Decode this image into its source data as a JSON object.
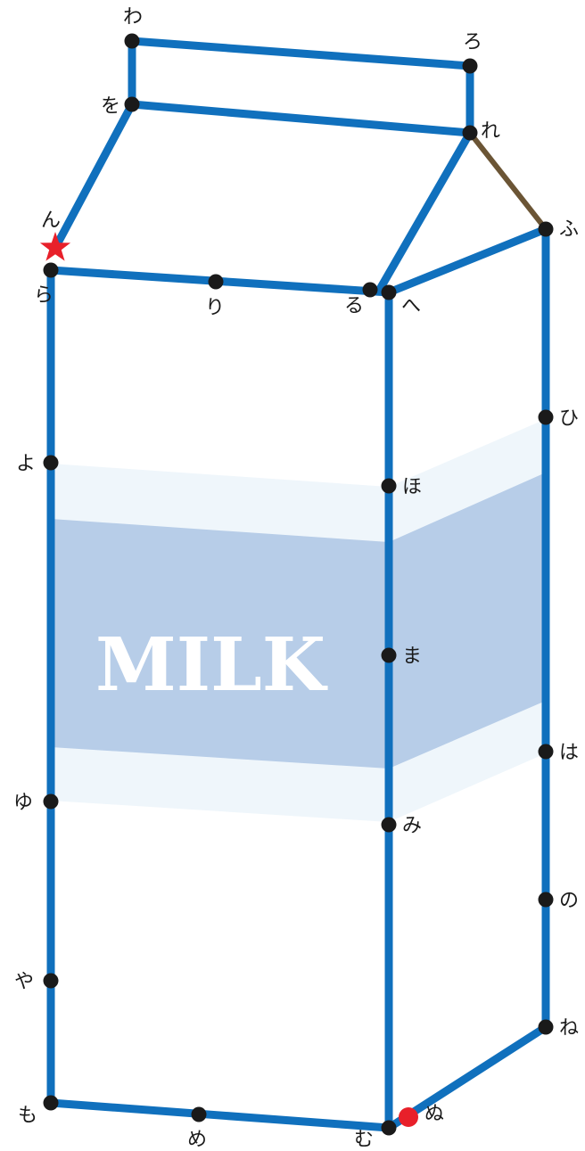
{
  "product_label": "MILK",
  "start_marker": "red-star-icon",
  "end_marker": "red-circle-icon",
  "colors": {
    "outline": "#1070bd",
    "inner_fold": "#6b5535",
    "band_light": "#eff6fb",
    "band_main": "#b7cde8",
    "dot": "#1a1a1a",
    "marker": "#e8202a"
  },
  "dots": [
    {
      "id": "wa",
      "label": "わ"
    },
    {
      "id": "ro",
      "label": "ろ"
    },
    {
      "id": "wo",
      "label": "を"
    },
    {
      "id": "re",
      "label": "れ"
    },
    {
      "id": "n",
      "label": "ん"
    },
    {
      "id": "fu",
      "label": "ふ"
    },
    {
      "id": "ra",
      "label": "ら"
    },
    {
      "id": "ri",
      "label": "り"
    },
    {
      "id": "ru",
      "label": "る"
    },
    {
      "id": "he",
      "label": "へ"
    },
    {
      "id": "hi",
      "label": "ひ"
    },
    {
      "id": "yo",
      "label": "よ"
    },
    {
      "id": "ho",
      "label": "ほ"
    },
    {
      "id": "ma",
      "label": "ま"
    },
    {
      "id": "ha",
      "label": "は"
    },
    {
      "id": "yu",
      "label": "ゆ"
    },
    {
      "id": "mi",
      "label": "み"
    },
    {
      "id": "no",
      "label": "の"
    },
    {
      "id": "ya",
      "label": "や"
    },
    {
      "id": "ne",
      "label": "ね"
    },
    {
      "id": "mo",
      "label": "も"
    },
    {
      "id": "me",
      "label": "め"
    },
    {
      "id": "mu",
      "label": "む"
    },
    {
      "id": "nu",
      "label": "ぬ"
    }
  ]
}
